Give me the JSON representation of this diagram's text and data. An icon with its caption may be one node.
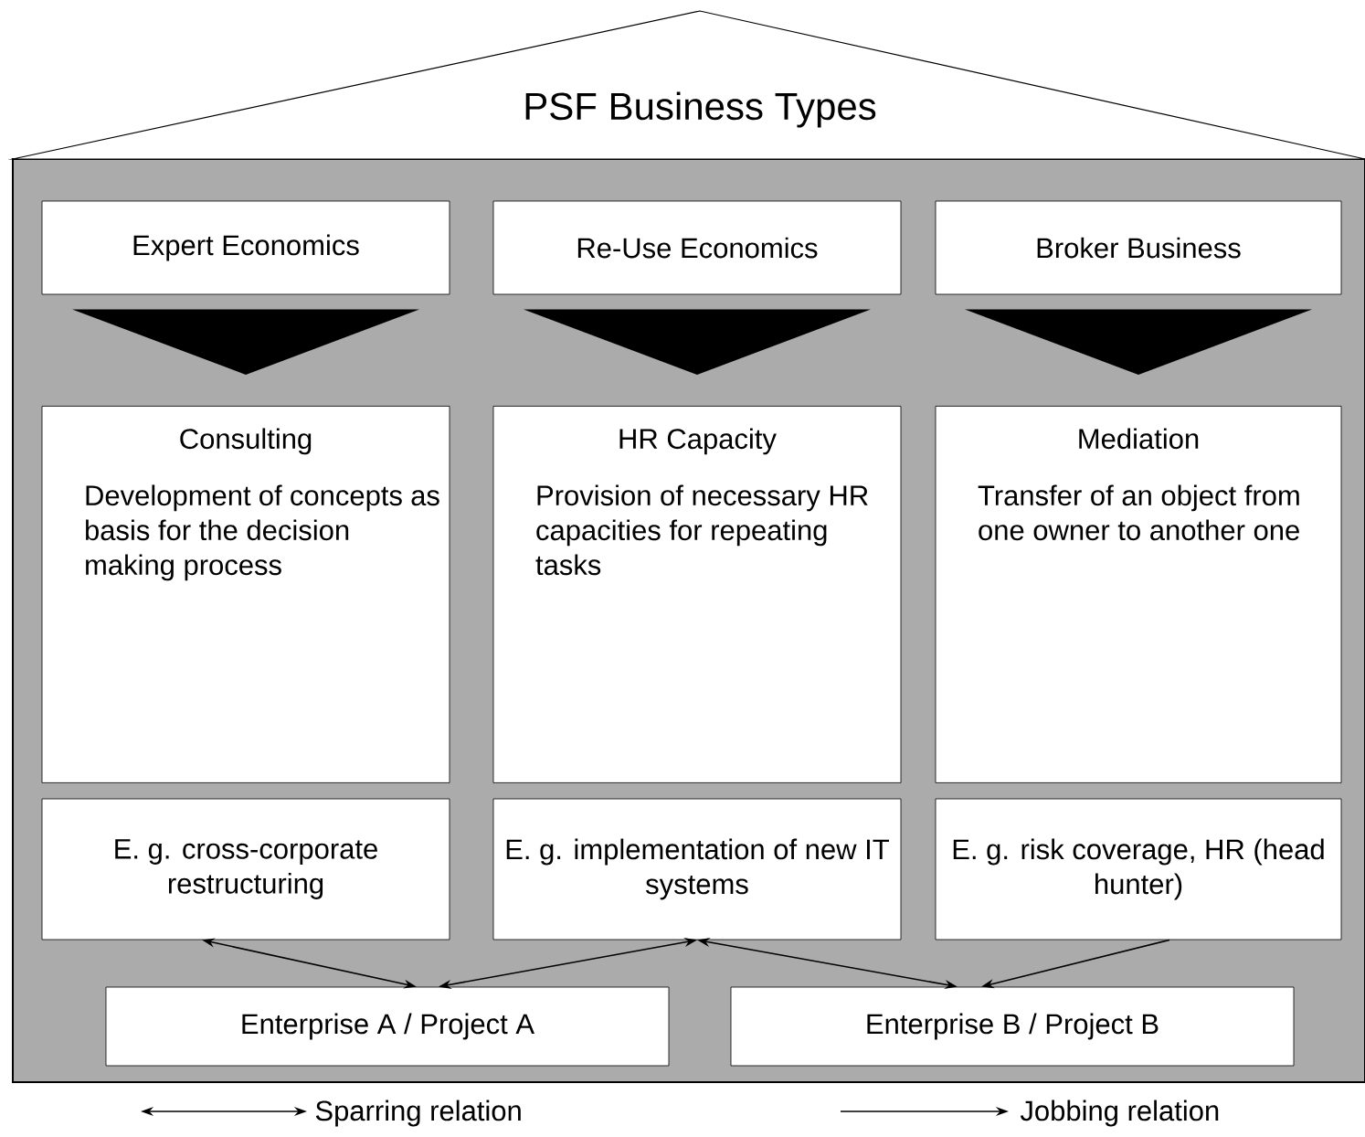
{
  "diagram": {
    "nodes": [
      {
        "text": [
          "PSF Business Types"
        ]
      },
      {
        "text": [
          "Expert Economics"
        ]
      },
      {
        "text": [
          "Re-Use Economics"
        ]
      },
      {
        "text": [
          "Broker Business"
        ]
      },
      {
        "text": [
          "Consulting",
          "Development of concepts as basis for the decision making process"
        ]
      },
      {
        "text": [
          "HR Capacity",
          "Provision of necessary HR capacities for repeating tasks"
        ]
      },
      {
        "text": [
          "Mediation",
          "Transfer of an object from one owner to another one"
        ]
      },
      {
        "text": [
          "E. g. cross-corporate restructuring"
        ]
      },
      {
        "text": [
          "E. g. implementation of new IT systems"
        ]
      },
      {
        "text": [
          "E. g. risk coverage, HR (head hunter)"
        ]
      },
      {
        "text": [
          "Enterprise A / Project A"
        ]
      },
      {
        "text": [
          "Enterprise B / Project B"
        ]
      }
    ],
    "edges": [
      {
        "from": 1,
        "to": 4,
        "arrow": "to",
        "style": "thick"
      },
      {
        "from": 2,
        "to": 5,
        "arrow": "to",
        "style": "thick"
      },
      {
        "from": 3,
        "to": 6,
        "arrow": "to",
        "style": "thick"
      },
      {
        "from": 7,
        "to": 10,
        "arrow": "both"
      },
      {
        "from": 8,
        "to": 10,
        "arrow": "both"
      },
      {
        "from": 8,
        "to": 11,
        "arrow": "both"
      },
      {
        "from": 9,
        "to": 11,
        "arrow": "to"
      }
    ],
    "legend": [
      {
        "text": "Sparring relation"
      },
      {
        "text": "Jobbing relation"
      }
    ]
  }
}
